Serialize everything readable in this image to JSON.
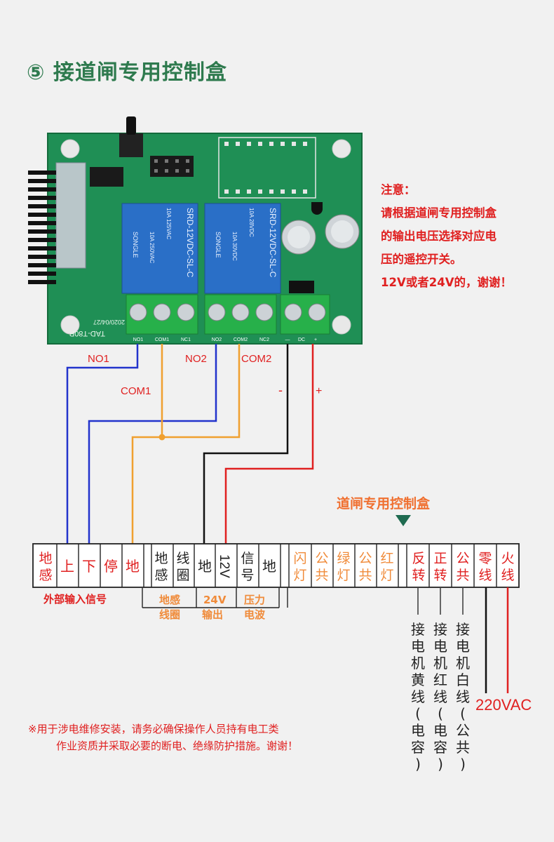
{
  "title": "⑤ 接道闸专用控制盒",
  "note": {
    "heading": "注意：",
    "lines": [
      "请根据道闸专用控制盒",
      "的输出电压选择对应电",
      "压的遥控开关。",
      "12V或者24V的，谢谢！"
    ]
  },
  "board": {
    "terminal_labels": [
      "NO1",
      "COM1",
      "NC1",
      "NO2",
      "COM2",
      "NC2",
      "—",
      "DC",
      "+"
    ],
    "relay_brand": "SONGLE",
    "relay_model": "SRD-12VDC-SL-C",
    "relay_ratings": [
      "10A 250VAC",
      "10A 125VAC",
      "10A 30VDC",
      "10A 28VDC"
    ],
    "board_id": "TAD-T80P",
    "board_date": "2020/04/27"
  },
  "wire_labels": {
    "no1": "NO1",
    "com1": "COM1",
    "no2": "NO2",
    "com2": "COM2",
    "minus": "-",
    "plus": "+"
  },
  "controller_label": "道闸专用控制盒",
  "terminals": [
    {
      "text": "地\n感",
      "color": "#e02020"
    },
    {
      "text": "上",
      "color": "#e02020"
    },
    {
      "text": "下",
      "color": "#e02020"
    },
    {
      "text": "停",
      "color": "#e02020"
    },
    {
      "text": "地",
      "color": "#e02020"
    },
    {
      "text": "地\n感",
      "color": "#222222"
    },
    {
      "text": "线\n圈",
      "color": "#222222"
    },
    {
      "text": "地",
      "color": "#222222"
    },
    {
      "text": "12V",
      "color": "#222222"
    },
    {
      "text": "信\n号",
      "color": "#222222"
    },
    {
      "text": "地",
      "color": "#222222"
    },
    {
      "text": "闪\n灯",
      "color": "#f08b3a"
    },
    {
      "text": "公\n共",
      "color": "#f08b3a"
    },
    {
      "text": "绿\n灯",
      "color": "#f08b3a"
    },
    {
      "text": "公\n共",
      "color": "#f08b3a"
    },
    {
      "text": "红\n灯",
      "color": "#f08b3a"
    },
    {
      "text": "反\n转",
      "color": "#e02020"
    },
    {
      "text": "正\n转",
      "color": "#e02020"
    },
    {
      "text": "公\n共",
      "color": "#e02020"
    },
    {
      "text": "零\n线",
      "color": "#e02020"
    },
    {
      "text": "火\n线",
      "color": "#e02020"
    }
  ],
  "groups": {
    "external": "外部输入信号",
    "loop": [
      "地感",
      "线圈"
    ],
    "power": [
      "24V",
      "输出"
    ],
    "wave": [
      "压力",
      "电波"
    ]
  },
  "motor_wires": [
    "接电机黄线(电容)",
    "接电机红线(电容)",
    "接电机白线(公共)"
  ],
  "mains": "220VAC",
  "footnote": [
    "※用于涉电维修安装，请务必确保操作人员持有电工类",
    "作业资质并采取必要的断电、绝缘防护措施。谢谢！"
  ],
  "colors": {
    "title": "#2e7a4e",
    "red": "#e02020",
    "orange": "#f08b3a",
    "blue": "#2233cc",
    "wire_orange": "#f0a030",
    "black": "#111111",
    "pcb": "#1f8f55",
    "relay": "#2a6fc7",
    "terminal_green": "#27b04a"
  }
}
